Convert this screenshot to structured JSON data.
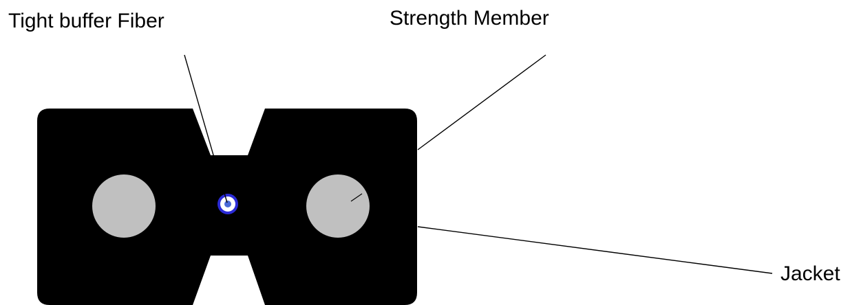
{
  "labels": {
    "fiber": "Tight buffer Fiber",
    "strength": "Strength Member",
    "jacket": "Jacket"
  },
  "colors": {
    "jacket": "#000000",
    "strength_member": "#c0c0c0",
    "fiber_buffer_ring": "#2b2bd6",
    "fiber_core": "#4a6ad8",
    "fiber_cladding": "#ffffff",
    "leader_line": "#000000",
    "background": "#ffffff"
  }
}
